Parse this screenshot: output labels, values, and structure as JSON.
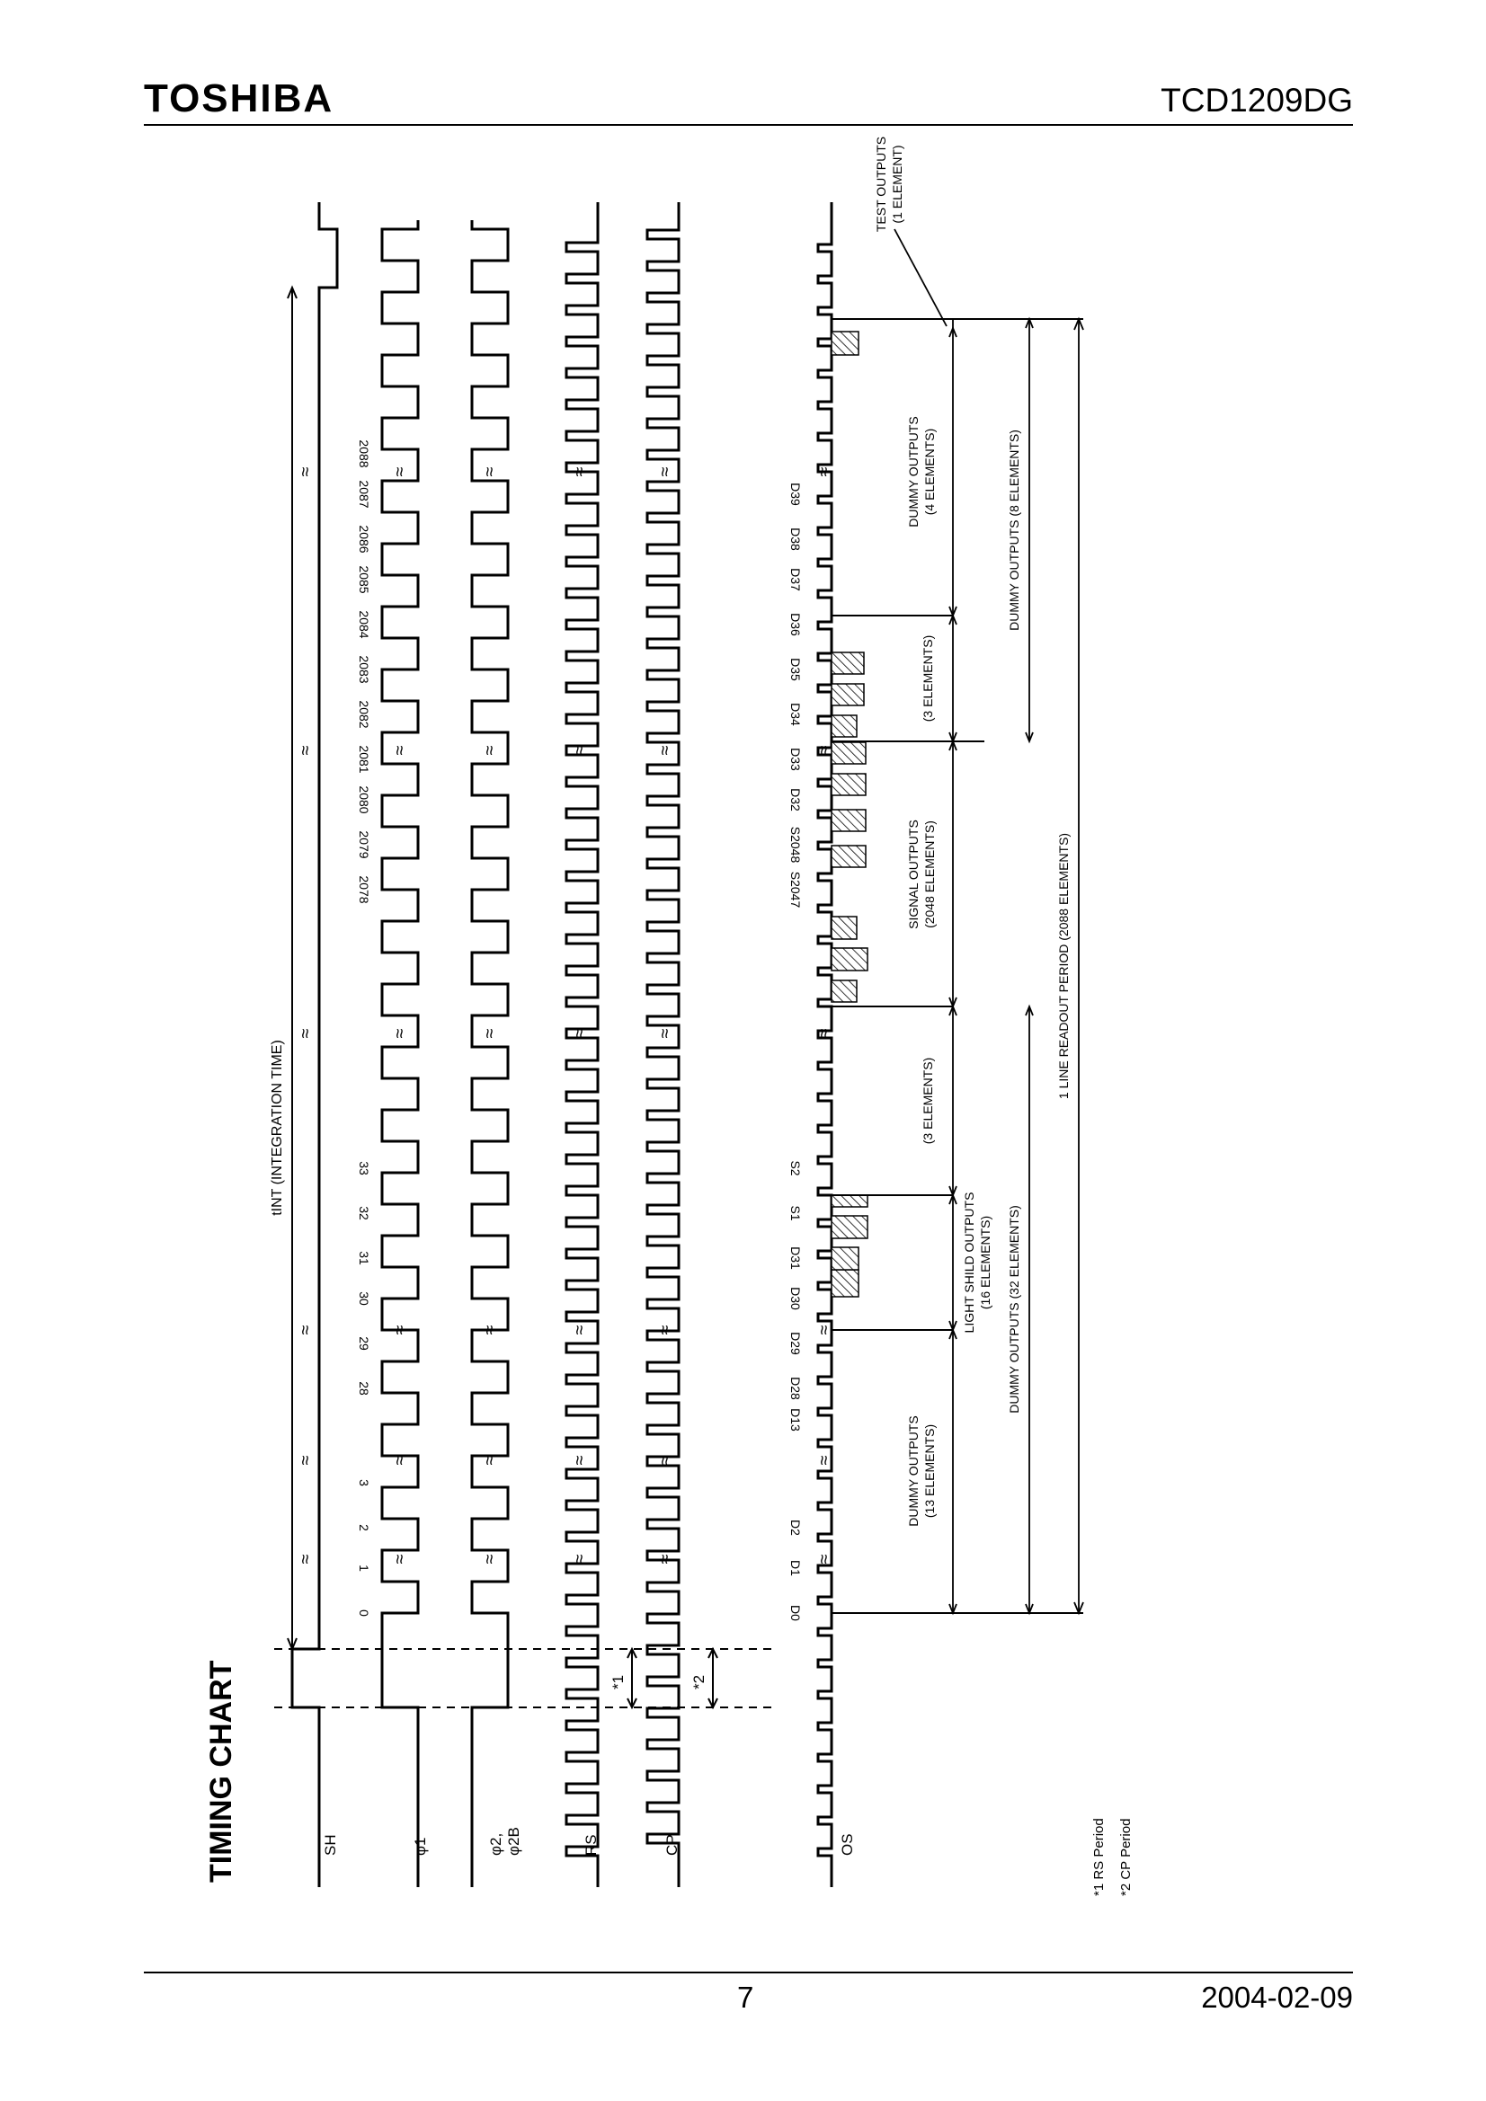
{
  "header": {
    "logo": "TOSHIBA",
    "part_number": "TCD1209DG"
  },
  "footer": {
    "page": "7",
    "date": "2004-02-09"
  },
  "chart": {
    "title": "TIMING CHART",
    "signals": [
      "SH",
      "φ1",
      "φ2,",
      "φ2B",
      "RS",
      "CP",
      "OS"
    ],
    "integration_label": "tINT (INTEGRATION TIME)",
    "element_numbers": [
      "0",
      "1",
      "2",
      "3",
      "28",
      "29",
      "30",
      "31",
      "32",
      "33",
      "2078",
      "2079",
      "2080",
      "2081",
      "2082",
      "2083",
      "2084",
      "2085",
      "2086",
      "2087",
      "2088"
    ],
    "output_labels": [
      "D0",
      "D1",
      "D2",
      "D13",
      "D28",
      "D29",
      "D30",
      "D31",
      "S1",
      "S2",
      "S2047",
      "S2048",
      "D32",
      "D33",
      "D34",
      "D35",
      "D36",
      "D37",
      "D38",
      "D39"
    ],
    "markers": [
      "*1",
      "*2"
    ],
    "regions": {
      "dummy13": [
        "DUMMY OUTPUTS",
        "(13 ELEMENTS)"
      ],
      "light_shield": [
        "LIGHT SHILD OUTPUTS",
        "(16 ELEMENTS)"
      ],
      "three_a": "(3 ELEMENTS)",
      "signal": [
        "SIGNAL OUTPUTS",
        "(2048 ELEMENTS)"
      ],
      "three_b": "(3 ELEMENTS)",
      "dummy4": [
        "DUMMY OUTPUTS",
        "(4 ELEMENTS)"
      ],
      "test": [
        "TEST OUTPUTS",
        "(1 ELEMENT)"
      ],
      "dummy32": "DUMMY OUTPUTS (32 ELEMENTS)",
      "dummy8": "DUMMY OUTPUTS (8 ELEMENTS)",
      "line_readout": "1 LINE READOUT PERIOD (2088 ELEMENTS)"
    },
    "notes": [
      "*1  RS Period",
      "*2  CP Period"
    ]
  }
}
